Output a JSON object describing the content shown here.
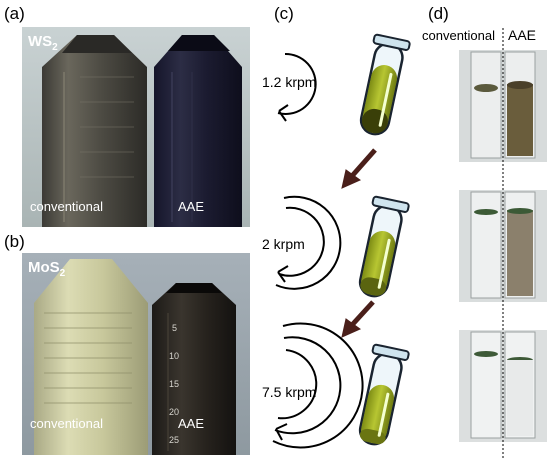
{
  "panels": {
    "a": "(a)",
    "b": "(b)",
    "c": "(c)",
    "d": "(d)"
  },
  "panel_a": {
    "material": "WS",
    "material_sub": "2",
    "left_caption": "conventional",
    "right_caption": "AAE"
  },
  "panel_b": {
    "material": "MoS",
    "material_sub": "2",
    "left_caption": "conventional",
    "right_caption": "AAE",
    "tube_marks": [
      "5",
      "10",
      "15",
      "20",
      "25"
    ]
  },
  "panel_c": {
    "speeds": [
      "1.2 krpm",
      "2 krpm",
      "7.5 krpm"
    ]
  },
  "panel_d": {
    "left_header": "conventional",
    "right_header": "AAE"
  },
  "colors": {
    "arrow": "#4a1f1a",
    "liquid": "#9fae1f",
    "tube_outline": "#1a2430"
  }
}
